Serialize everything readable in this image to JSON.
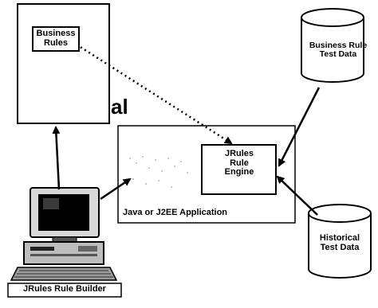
{
  "diagram": {
    "business_rules_box": {
      "label_line1": "Business",
      "label_line2": "Rules"
    },
    "business_rule_test_data": {
      "label_line1": "Business Rule",
      "label_line2": "Test Data"
    },
    "partial_text": "al",
    "application_box": {
      "label": "Java or J2EE Application"
    },
    "engine_box": {
      "label_line1": "JRules",
      "label_line2": "Rule",
      "label_line3": "Engine"
    },
    "historical_test_data": {
      "label_line1": "Historical",
      "label_line2": "Test Data"
    },
    "computer": {
      "caption": "JRules Rule Builder"
    }
  }
}
